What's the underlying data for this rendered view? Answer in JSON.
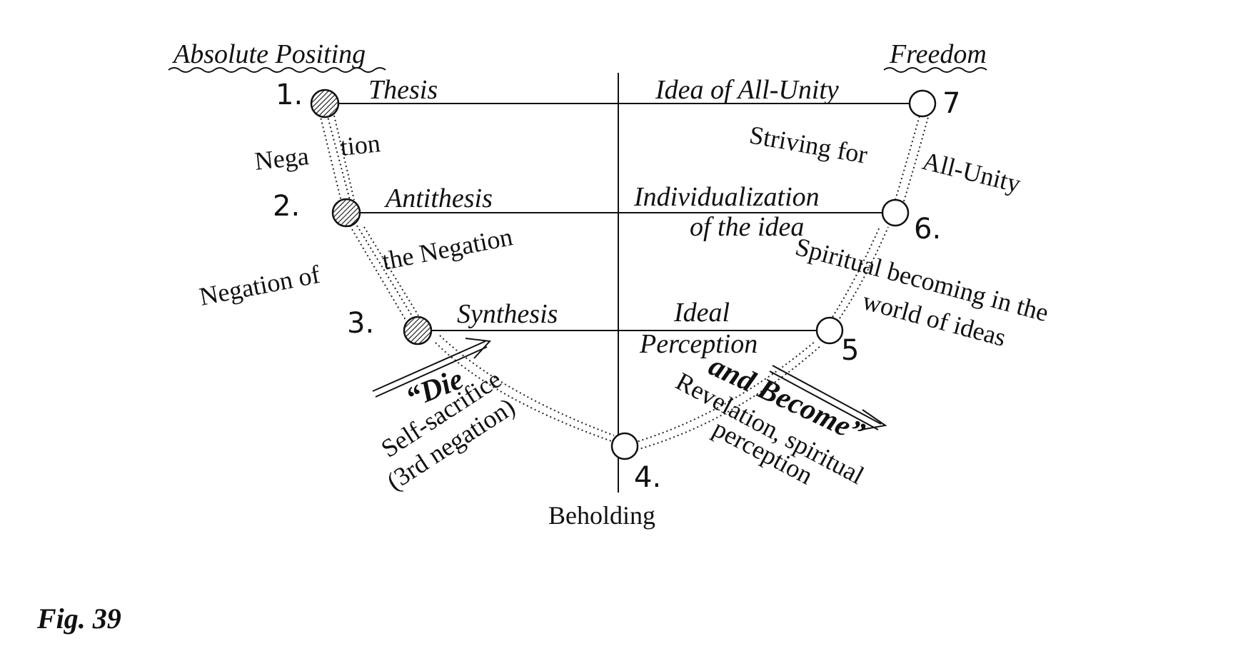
{
  "headers": {
    "left": "Absolute Positing",
    "right": "Freedom"
  },
  "nodes": [
    {
      "num": "1.",
      "label": "Thesis",
      "filled": true
    },
    {
      "num": "2.",
      "label": "Antithesis",
      "filled": true
    },
    {
      "num": "3.",
      "label": "Synthesis",
      "filled": true
    },
    {
      "num": "4.",
      "label": "Beholding",
      "filled": false
    },
    {
      "num": "5",
      "label_line1": "Ideal",
      "label_line2": "Perception",
      "filled": false
    },
    {
      "num": "6.",
      "label_line1": "Individualization",
      "label_line2": "of the idea",
      "filled": false
    },
    {
      "num": "7",
      "label": "Idea of All-Unity",
      "filled": false
    }
  ],
  "transitions": {
    "negation_a": "Nega",
    "negation_b": "tion",
    "negation_of_1": "Negation of",
    "negation_of_2": "the Negation",
    "die": "“Die",
    "self_sacrifice": "Self-sacrifice",
    "third_negation": "(3rd negation)",
    "and_become": "and Become”",
    "revelation_1": "Revelation, spiritual",
    "revelation_2": "perception",
    "spiritual_1": "Spiritual becoming in the",
    "spiritual_2": "world of ideas",
    "striving_1": "Striving for",
    "striving_2": "All-Unity"
  },
  "caption": "Fig. 39",
  "colors": {
    "ink": "#111111",
    "background": "#ffffff"
  }
}
